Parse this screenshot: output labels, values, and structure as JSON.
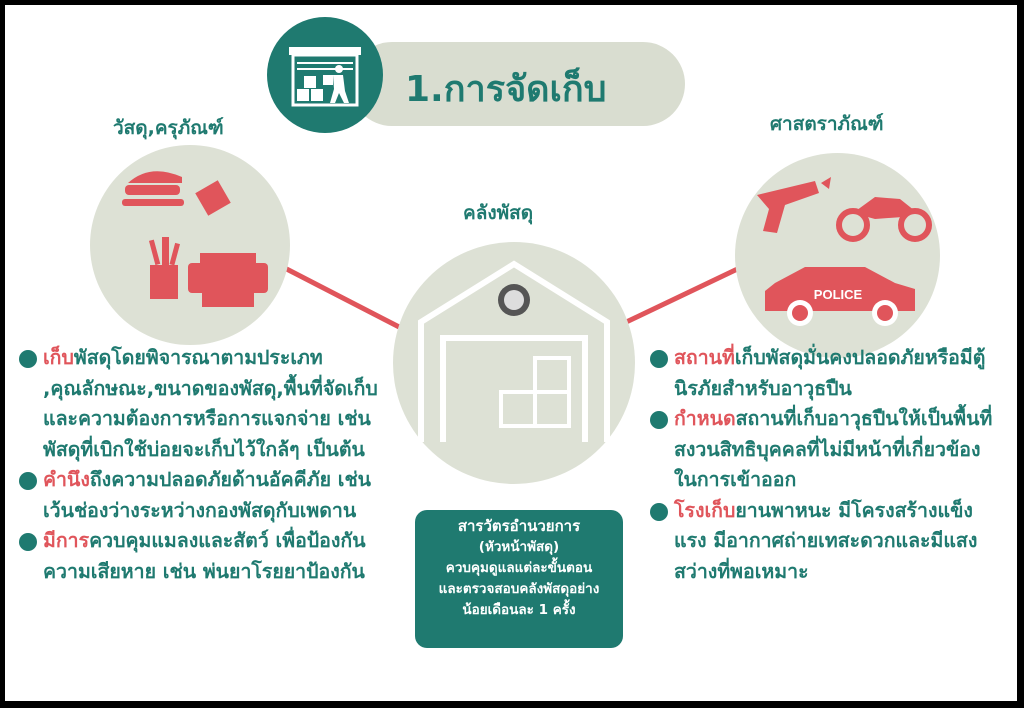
{
  "title": "1.การจัดเก็บ",
  "categories": {
    "left": "วัสดุ,ครุภัณฑ์",
    "center": "คลังพัสดุ",
    "right": "ศาสตราภัณฑ์"
  },
  "police_car_text": "POLICE",
  "left_bullets": [
    {
      "highlight": "เก็บ",
      "text": "พัสดุโดยพิจารณาตามประเภท ,คุณลักษณะ,ขนาดของพัสดุ,พื้นที่จัดเก็บ และความต้องการหรือการแจกจ่าย เช่น พัสดุที่เบิกใช้บ่อยจะเก็บไว้ใกล้ๆ เป็นต้น"
    },
    {
      "highlight": "คำนึง",
      "text": "ถึงความปลอดภัยด้านอัคคีภัย เช่น เว้นช่องว่างระหว่างกองพัสดุกับเพดาน"
    },
    {
      "highlight": "มีการ",
      "text": "ควบคุมแมลงและสัตว์ เพื่อป้องกันความเสียหาย เช่น พ่นยาโรยยาป้องกัน"
    }
  ],
  "right_bullets": [
    {
      "highlight": "สถานที่",
      "text": "เก็บพัสดุมั่นคงปลอดภัยหรือมีตู้นิรภัยสำหรับอาวุธปืน"
    },
    {
      "highlight": "กำหนด",
      "text": "สถานที่เก็บอาวุธปืนให้เป็นพื้นที่สงวนสิทธิบุคคลที่ไม่มีหน้าที่เกี่ยวข้อง ในการเข้าออก"
    },
    {
      "highlight": "โรงเก็บ",
      "text": "ยานพาหนะ มีโครงสร้างแข็งแรง มีอากาศถ่ายเทสะดวกและมีแสงสว่างที่พอเหมาะ"
    }
  ],
  "note": {
    "line1": "สารวัตรอำนวยการ",
    "line2": "(หัวหน้าพัสดุ)",
    "line3": "ควบคุมดูแลแต่ละขั้นตอน",
    "line4": "และตรวจสอบคลังพัสดุอย่าง",
    "line5": "น้อยเดือนละ 1 ครั้ง"
  },
  "colors": {
    "teal": "#1f7a70",
    "red": "#e0555b",
    "circle": "#dde1d5"
  }
}
